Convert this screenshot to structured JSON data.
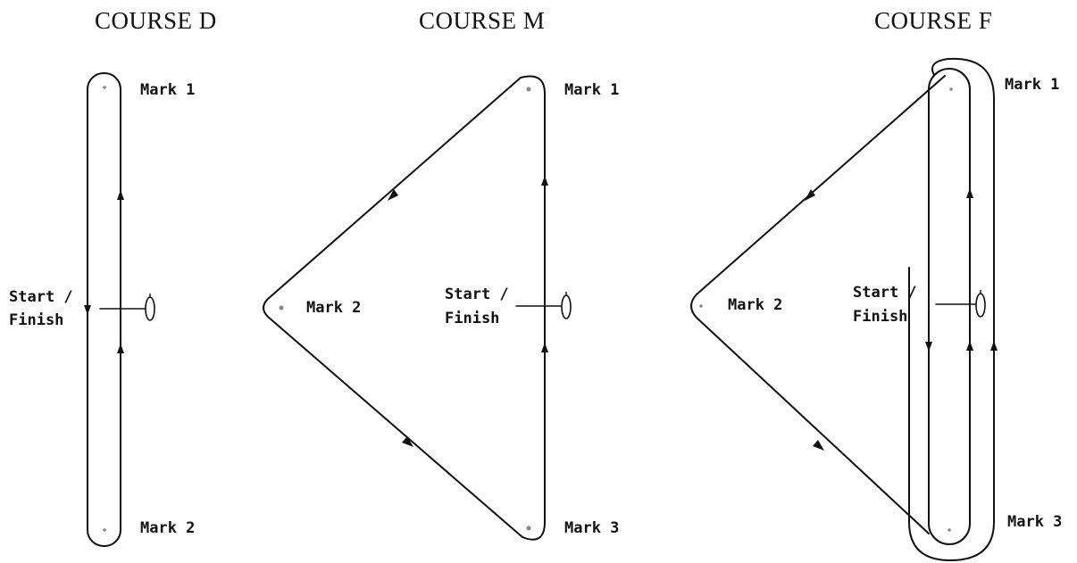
{
  "courses": [
    {
      "title": "COURSE D",
      "marks": {
        "top": "Mark 1",
        "bottom": "Mark 2"
      },
      "start": {
        "line1": "Start /",
        "line2": "Finish"
      }
    },
    {
      "title": "COURSE M",
      "marks": {
        "top": "Mark 1",
        "left": "Mark 2",
        "bottom": "Mark 3"
      },
      "start": {
        "line1": "Start /",
        "line2": "Finish"
      }
    },
    {
      "title": "COURSE F",
      "marks": {
        "top": "Mark 1",
        "left": "Mark 2",
        "bottom": "Mark 3"
      },
      "start": {
        "line1": "Start /",
        "line2": "Finish"
      }
    }
  ]
}
